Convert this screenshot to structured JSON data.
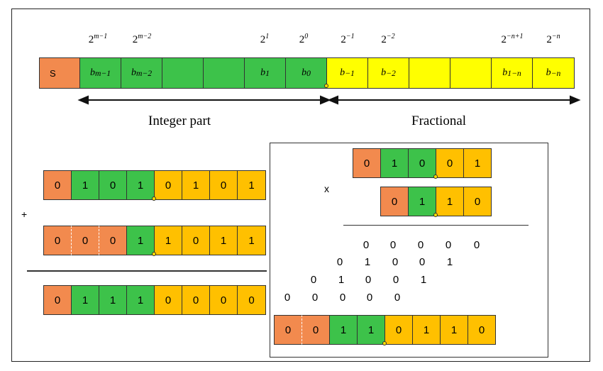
{
  "format": {
    "powers": [
      "2",
      "2",
      "2",
      "2",
      "2",
      "2",
      "2",
      "2"
    ],
    "exponents": [
      "m−1",
      "m−2",
      "1",
      "0",
      "−1",
      "−2",
      "−n+1",
      "−n"
    ],
    "sign_label": "S",
    "bits": [
      {
        "base": "b",
        "sub": "m−1"
      },
      {
        "base": "b",
        "sub": "m−2"
      },
      {
        "base": "",
        "sub": ""
      },
      {
        "base": "",
        "sub": ""
      },
      {
        "base": "b",
        "sub": "1"
      },
      {
        "base": "b",
        "sub": "0"
      },
      {
        "base": "b",
        "sub": "−1"
      },
      {
        "base": "b",
        "sub": "−2"
      },
      {
        "base": "",
        "sub": ""
      },
      {
        "base": "",
        "sub": ""
      },
      {
        "base": "b",
        "sub": "1−n"
      },
      {
        "base": "b",
        "sub": "−n"
      }
    ],
    "integer_label": "Integer part",
    "fraction_label": "Fractional"
  },
  "addition": {
    "operator": "+",
    "operand1": [
      "0",
      "1",
      "0",
      "1",
      "0",
      "1",
      "0",
      "1"
    ],
    "operand2": [
      "0",
      "0",
      "0",
      "1",
      "1",
      "0",
      "1",
      "1"
    ],
    "result": [
      "0",
      "1",
      "1",
      "1",
      "0",
      "0",
      "0",
      "0"
    ]
  },
  "multiplication": {
    "operator": "x",
    "operand1": [
      "0",
      "1",
      "0",
      "0",
      "1"
    ],
    "operand2": [
      "0",
      "1",
      "1",
      "0"
    ],
    "partials": [
      [
        "0",
        "0",
        "0",
        "0",
        "0"
      ],
      [
        "0",
        "1",
        "0",
        "0",
        "1"
      ],
      [
        "0",
        "1",
        "0",
        "0",
        "1"
      ],
      [
        "0",
        "0",
        "0",
        "0",
        "0"
      ]
    ],
    "result": [
      "0",
      "0",
      "1",
      "1",
      "0",
      "1",
      "1",
      "0"
    ]
  },
  "colors": {
    "sign": "#F28A4E",
    "integer": "#3DC24A",
    "fraction_format": "#FFFF00",
    "fraction_example": "#FFC000"
  }
}
